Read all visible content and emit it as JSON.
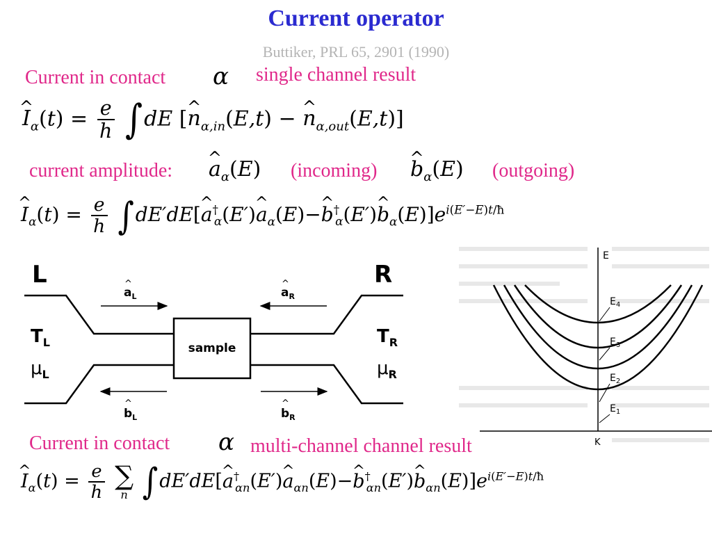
{
  "title": "Current operator",
  "reference": "Buttiker, PRL 65, 2901 (1990)",
  "colors": {
    "title": "#2b2bd0",
    "accent": "#e0288a",
    "reference": "#b4b4b4"
  },
  "section1": {
    "label": "Current in contact",
    "symbol": "α",
    "note": "single channel result"
  },
  "amplitude": {
    "label": "current amplitude:",
    "incoming": "(incoming)",
    "outgoing": "(outgoing)"
  },
  "section2": {
    "label": "Current in contact",
    "symbol": "α",
    "note": "multi-channel channel result"
  },
  "equations": {
    "eq1": "Î_α(t) = (e/h) ∫ dE [n̂_α,in(E,t) − n̂_α,out(E,t)]",
    "eq2": "Î_α(t) = (e/h) ∫ dE′dE[â†_α(E′)â_α(E) − b̂†_α(E′)b̂_α(E)]e^{i(E′−E)t/ħ}",
    "eq3": "Î_α(t) = (e/h) Σ_n ∫ dE′dE[â†_αn(E′)â_αn(E) − b̂†_αn(E′)b̂_αn(E)]e^{i(E′−E)t/ħ}"
  },
  "scattering_diagram": {
    "left": "L",
    "right": "R",
    "T_left": "T",
    "T_left_sub": "L",
    "mu_left": "μ",
    "mu_left_sub": "L",
    "T_right": "T",
    "T_right_sub": "R",
    "mu_right": "μ",
    "mu_right_sub": "R",
    "sample": "sample",
    "a_left": "a",
    "a_left_sub": "L",
    "a_right": "a",
    "a_right_sub": "R",
    "b_left": "b",
    "b_left_sub": "L",
    "b_right": "b",
    "b_right_sub": "R"
  },
  "band_diagram": {
    "y_axis": "E",
    "x_axis": "K",
    "levels": [
      {
        "label": "E",
        "sub": "4"
      },
      {
        "label": "E",
        "sub": "3"
      },
      {
        "label": "E",
        "sub": "2"
      },
      {
        "label": "E",
        "sub": "1"
      }
    ]
  }
}
